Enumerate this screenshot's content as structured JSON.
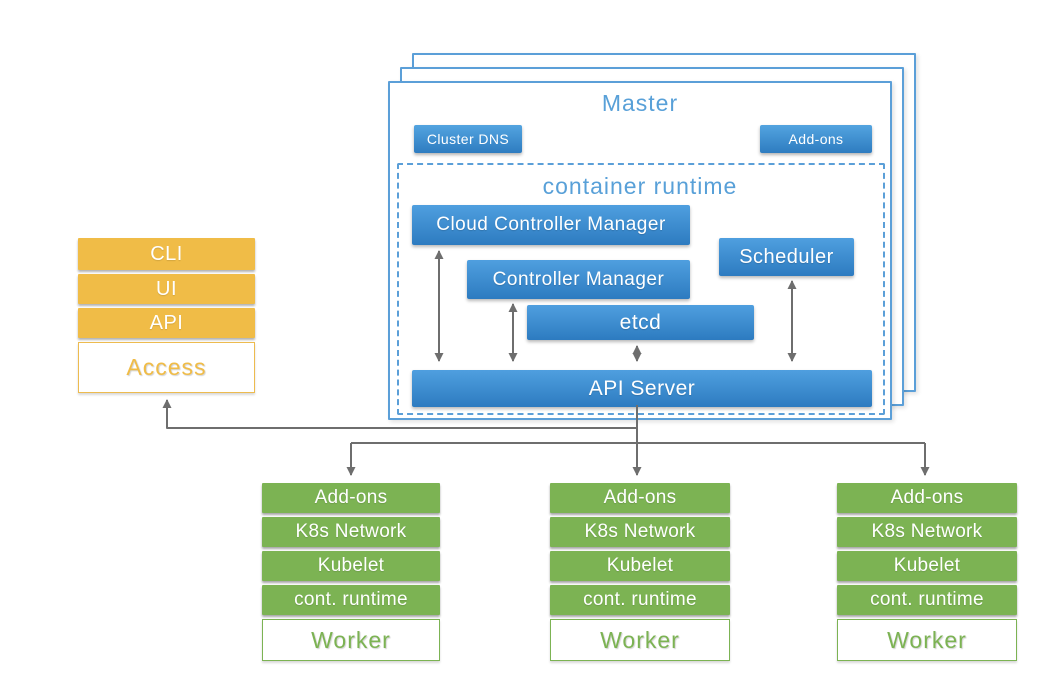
{
  "access_panel": {
    "items": [
      "CLI",
      "UI",
      "API"
    ],
    "label": "Access"
  },
  "master": {
    "title": "Master",
    "cluster_dns_label": "Cluster DNS",
    "addons_label": "Add-ons",
    "container_runtime": {
      "title": "container runtime",
      "cloud_controller_manager": "Cloud Controller Manager",
      "controller_manager": "Controller Manager",
      "scheduler": "Scheduler",
      "etcd": "etcd",
      "api_server": "API Server"
    }
  },
  "workers": [
    {
      "rows": [
        "Add-ons",
        "K8s Network",
        "Kubelet",
        "cont. runtime"
      ],
      "label": "Worker"
    },
    {
      "rows": [
        "Add-ons",
        "K8s Network",
        "Kubelet",
        "cont. runtime"
      ],
      "label": "Worker"
    },
    {
      "rows": [
        "Add-ons",
        "K8s Network",
        "Kubelet",
        "cont. runtime"
      ],
      "label": "Worker"
    }
  ],
  "colors": {
    "component_blue_top": "#4f9fdf",
    "component_blue_bottom": "#2d7bc0",
    "master_border_blue": "#5b9fd8",
    "title_blue": "#58a0d8",
    "access_orange": "#f0bc47",
    "worker_green": "#7cb353",
    "arrow_gray": "#6e6e6e",
    "background": "#ffffff"
  }
}
